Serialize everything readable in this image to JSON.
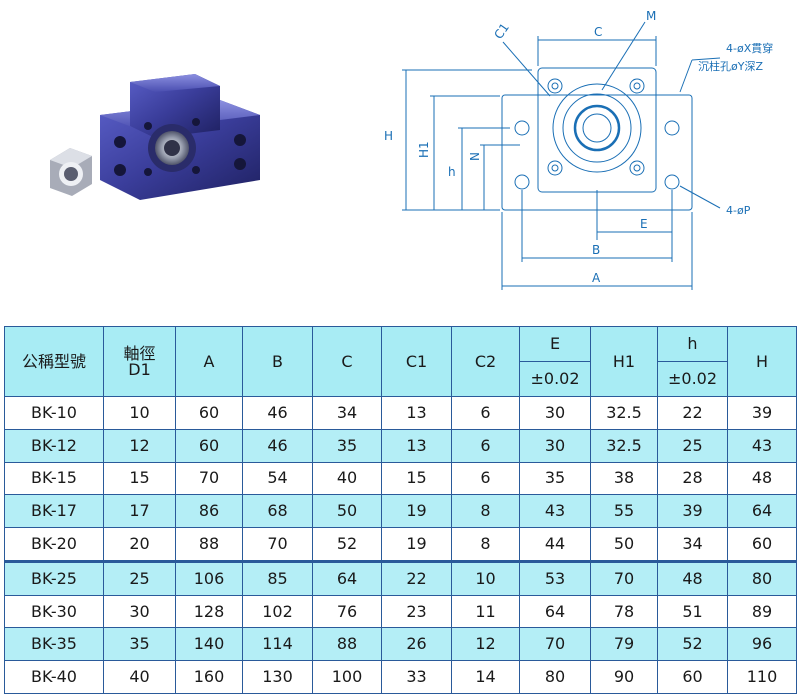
{
  "drawing": {
    "dims": {
      "a": "A",
      "b": "B",
      "c": "C",
      "e": "E",
      "h_upper": "H",
      "h1": "H1",
      "h_lower": "h",
      "n": "N",
      "m": "M",
      "c1": "C1"
    },
    "notes": {
      "thru_holes": "4-øX貫穿",
      "counterbore": "沉柱孔øY深Z",
      "pin_holes": "4-øP"
    },
    "line_color": "#1a6fb5"
  },
  "photo": {
    "body_color": "#3a3d9a",
    "nut_color": "#c8cbd4"
  },
  "table": {
    "headers": {
      "model": "公稱型號",
      "shaft_line1": "軸徑",
      "shaft_line2": "D1",
      "a": "A",
      "b": "B",
      "c": "C",
      "c1": "C1",
      "c2": "C2",
      "e": "E",
      "e_tol": "±0.02",
      "h1": "H1",
      "h": "h",
      "h_tol": "±0.02",
      "h_total": "H"
    },
    "rows": [
      [
        "BK-10",
        "10",
        "60",
        "46",
        "34",
        "13",
        "6",
        "30",
        "32.5",
        "22",
        "39"
      ],
      [
        "BK-12",
        "12",
        "60",
        "46",
        "35",
        "13",
        "6",
        "30",
        "32.5",
        "25",
        "43"
      ],
      [
        "BK-15",
        "15",
        "70",
        "54",
        "40",
        "15",
        "6",
        "35",
        "38",
        "28",
        "48"
      ],
      [
        "BK-17",
        "17",
        "86",
        "68",
        "50",
        "19",
        "8",
        "43",
        "55",
        "39",
        "64"
      ],
      [
        "BK-20",
        "20",
        "88",
        "70",
        "52",
        "19",
        "8",
        "44",
        "50",
        "34",
        "60"
      ],
      [
        "BK-25",
        "25",
        "106",
        "85",
        "64",
        "22",
        "10",
        "53",
        "70",
        "48",
        "80"
      ],
      [
        "BK-30",
        "30",
        "128",
        "102",
        "76",
        "23",
        "11",
        "64",
        "78",
        "51",
        "89"
      ],
      [
        "BK-35",
        "35",
        "140",
        "114",
        "88",
        "26",
        "12",
        "70",
        "79",
        "52",
        "96"
      ],
      [
        "BK-40",
        "40",
        "160",
        "130",
        "100",
        "33",
        "14",
        "80",
        "90",
        "60",
        "110"
      ]
    ]
  }
}
